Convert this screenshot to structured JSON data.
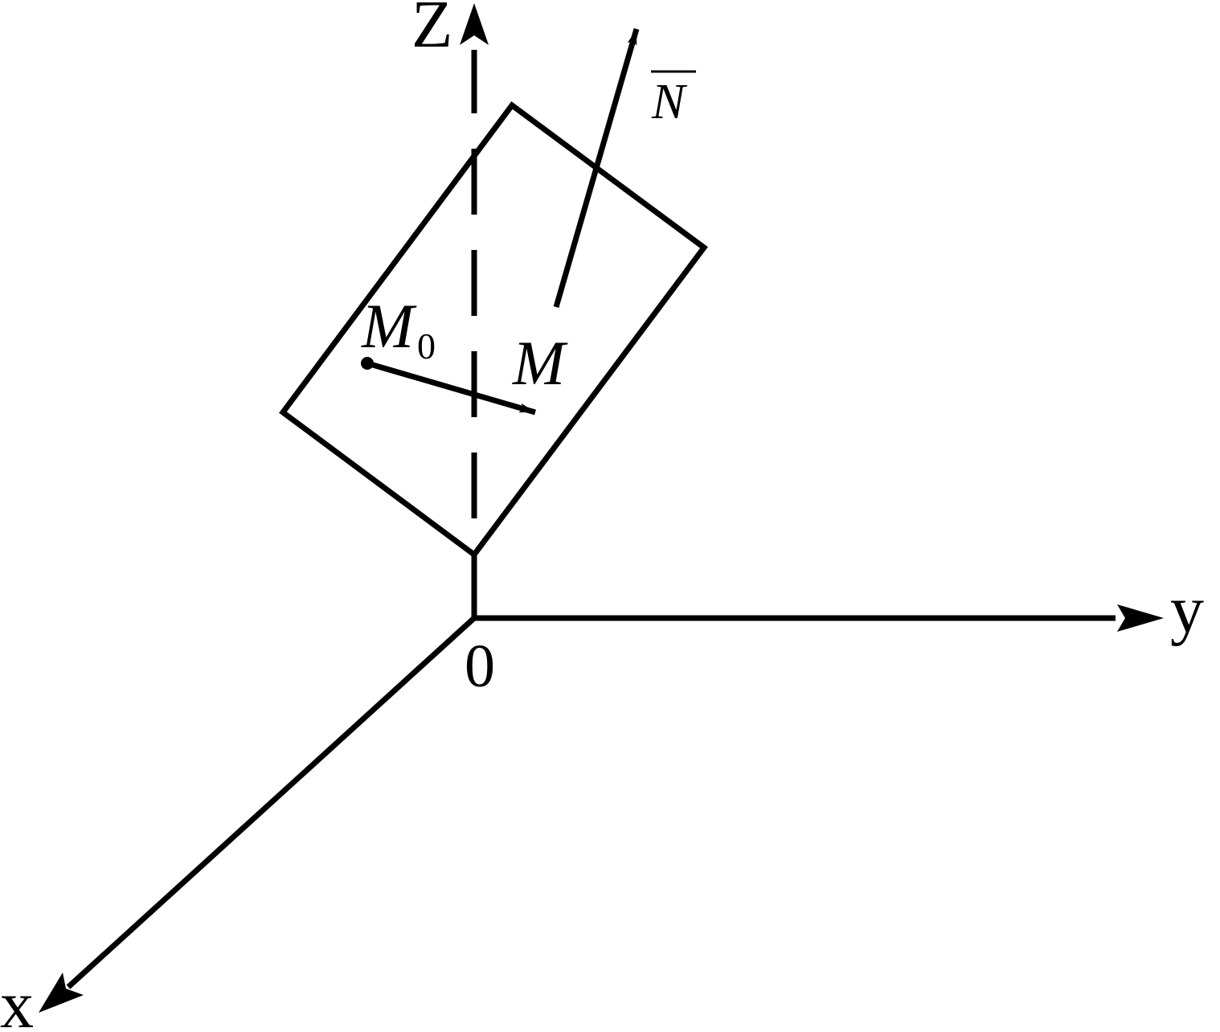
{
  "labels": {
    "axis_z": "Z",
    "axis_y": "y",
    "axis_x": "x",
    "origin": "0",
    "point_m0": "M",
    "point_m0_subscript": "0",
    "point_m": "M",
    "normal_vector": "N"
  },
  "colors": {
    "stroke": "#000000",
    "background": "#ffffff"
  }
}
